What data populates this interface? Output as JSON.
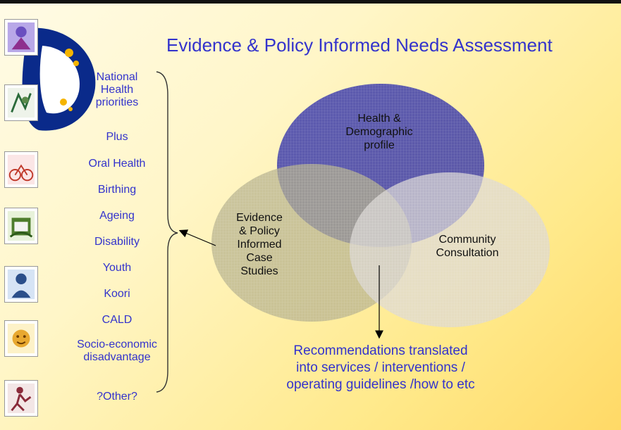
{
  "slide": {
    "title": "Evidence & Policy Informed Needs Assessment"
  },
  "topics": [
    "National Health priorities",
    "Plus",
    "Oral Health",
    "Birthing",
    "Ageing",
    "Disability",
    "Youth",
    "Koori",
    "CALD",
    "Socio-economic disadvantage",
    "?Other?"
  ],
  "venn": {
    "top_circle": "Health & Demographic profile",
    "left_circle": "Evidence & Policy Informed Case Studies",
    "right_circle": "Community Consultation"
  },
  "recommendation": "Recommendations translated into services / interventions / operating guidelines /how to etc",
  "thumbnails": [
    {
      "icon": "figure-thumbnail-icon"
    },
    {
      "icon": "sketch-thumbnail-icon"
    },
    {
      "icon": "bicycle-thumbnail-icon"
    },
    {
      "icon": "calendar-thumbnail-icon"
    },
    {
      "icon": "person-thumbnail-icon"
    },
    {
      "icon": "face-thumbnail-icon"
    },
    {
      "icon": "dancer-thumbnail-icon"
    }
  ],
  "colors": {
    "title_text": "#3333cc",
    "top_circle_fill": "#3333aa",
    "left_circle_fill": "#b5b28f",
    "right_circle_fill": "#dcd8d6"
  }
}
